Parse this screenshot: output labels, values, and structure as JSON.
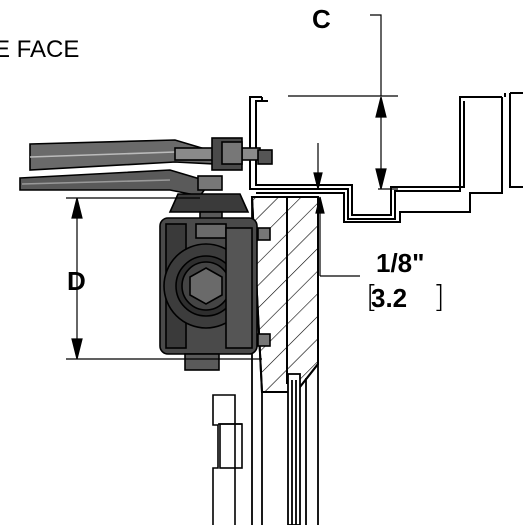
{
  "labels": {
    "face": "E FACE",
    "dim_c": "C",
    "dim_d": "D",
    "gap_imperial": "1/8\"",
    "gap_metric": "3.2"
  },
  "colors": {
    "line": "#000000",
    "hardware_dark": "#3a3a3a",
    "hardware_mid": "#5a5a5a",
    "hardware_light": "#8a8a8a",
    "background": "#ffffff"
  }
}
